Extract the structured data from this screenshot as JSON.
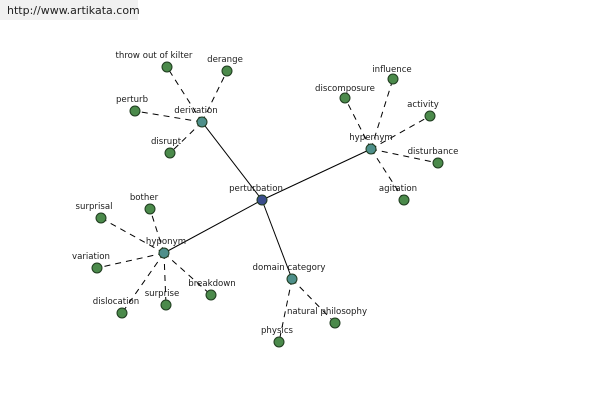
{
  "header": {
    "url": "http://www.artikata.com"
  },
  "graph": {
    "colors": {
      "center": "#3b4d8c",
      "relation": "#4e8f8a",
      "leaf": "#4b8a4b",
      "edge": "#000000"
    },
    "center": "perturbation",
    "relations": [
      {
        "id": "derivation",
        "label": "derivation",
        "leaves": [
          "throw out of kilter",
          "derange",
          "perturb",
          "disrupt"
        ]
      },
      {
        "id": "hypernym",
        "label": "hypernym",
        "leaves": [
          "discomposure",
          "influence",
          "activity",
          "disturbance",
          "agitation"
        ]
      },
      {
        "id": "hyponym",
        "label": "hyponym",
        "leaves": [
          "bother",
          "surprisal",
          "variation",
          "dislocation",
          "surprise",
          "breakdown"
        ]
      },
      {
        "id": "domain-category",
        "label": "domain category",
        "leaves": [
          "natural philosophy",
          "physics"
        ]
      }
    ]
  }
}
